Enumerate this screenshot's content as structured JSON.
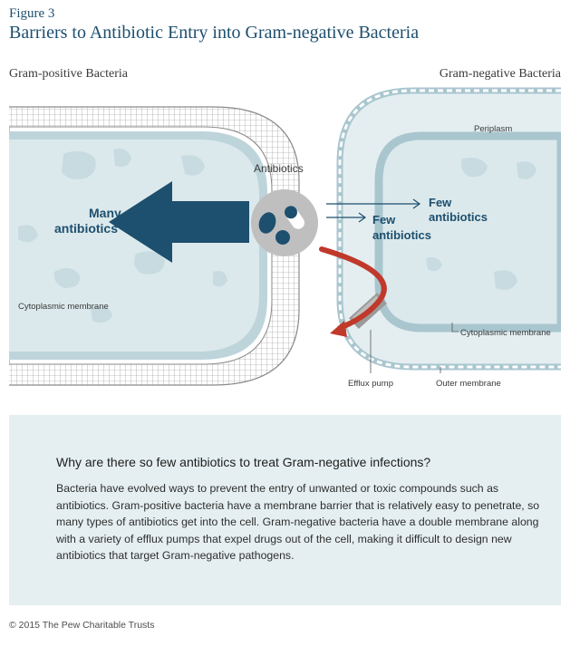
{
  "figure_label": "Figure 3",
  "title": "Barriers to Antibiotic Entry into Gram-negative Bacteria",
  "left_panel": {
    "label": "Gram-positive Bacteria",
    "arrow_text_line1": "Many",
    "arrow_text_line2": "antibiotics",
    "membrane_label": "Cytoplasmic membrane"
  },
  "center": {
    "label": "Antibiotics"
  },
  "right_panel": {
    "label": "Gram-negative Bacteria",
    "periplasm_label": "Periplasm",
    "few1_line1": "Few",
    "few1_line2": "antibiotics",
    "few2_line1": "Few",
    "few2_line2": "antibiotics",
    "cyto_label": "Cytoplasmic membrane",
    "efflux_label": "Efflux pump",
    "outer_label": "Outer membrane"
  },
  "info": {
    "question": "Why are there so few antibiotics to treat Gram-negative infections?",
    "body": "Bacteria have evolved ways to prevent the entry of unwanted or toxic compounds such as antibiotics. Gram-positive bacteria have a membrane barrier that is relatively easy to penetrate, so many types of antibiotics get into the cell. Gram-negative bacteria have a double membrane along with a variety of efflux pumps that expel drugs out of the cell, making it difficult to design new antibiotics that target Gram-negative pathogens."
  },
  "copyright": "© 2015 The Pew Charitable Trusts",
  "colors": {
    "navy": "#1d4f6e",
    "cell_fill": "#dce9ec",
    "membrane": "#a9c6cf",
    "wall_grid": "#8a8a8a",
    "efflux_arrow": "#c0392b",
    "info_bg": "#e5eff1"
  }
}
